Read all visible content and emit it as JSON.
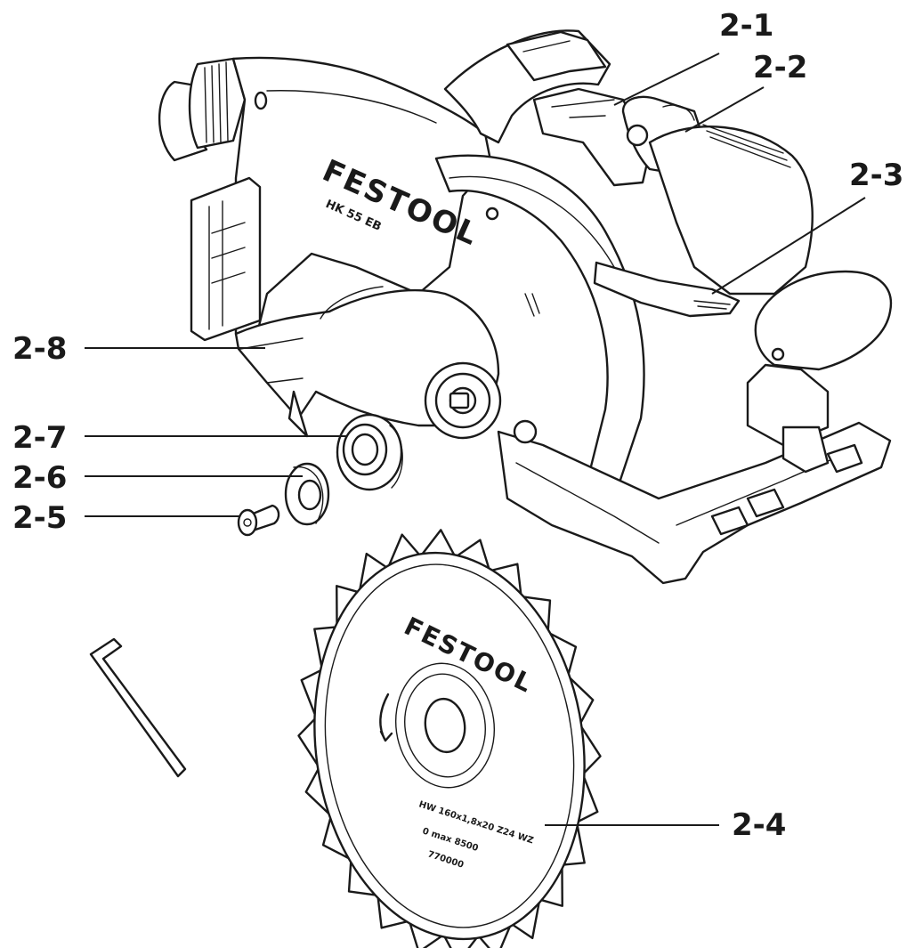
{
  "callouts": {
    "c2_1": "2-1",
    "c2_2": "2-2",
    "c2_3": "2-3",
    "c2_4": "2-4",
    "c2_5": "2-5",
    "c2_6": "2-6",
    "c2_7": "2-7",
    "c2_8": "2-8"
  },
  "saw": {
    "brand": "FESTOOL",
    "model": "HK 55 EB"
  },
  "blade": {
    "brand": "FESTOOL",
    "spec_line_1": "HW 160x1,8x20 Z24 WZ",
    "spec_line_2": "0 max 8500",
    "spec_line_3": "770000"
  },
  "colors": {
    "line": "#1a1a1a",
    "background": "#ffffff"
  }
}
